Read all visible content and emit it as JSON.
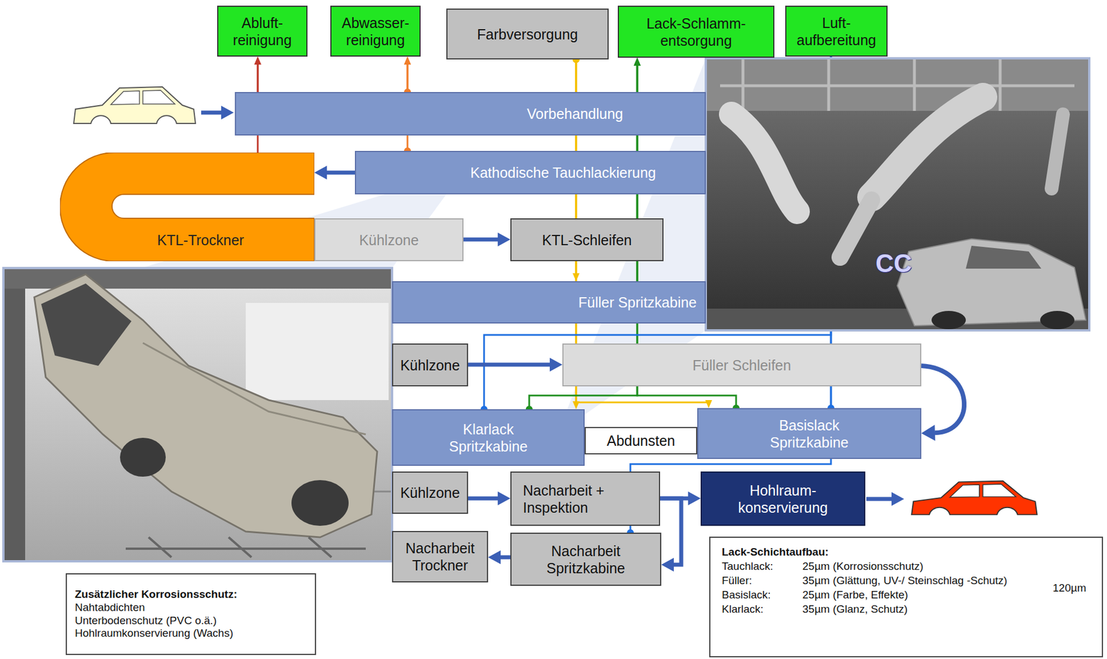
{
  "diagram": {
    "nodes": [
      {
        "text": [
          "Abluft- reinigung"
        ]
      },
      {
        "text": [
          "Abwasser- reinigung"
        ]
      },
      {
        "text": [
          "Farbversorgung"
        ]
      },
      {
        "text": [
          "Lack-Schlamm- entsorgung"
        ]
      },
      {
        "text": [
          "Luft- aufbereitung"
        ]
      },
      {
        "text": [
          "Vorbehandlung"
        ]
      },
      {
        "text": [
          "Kathodische Tauchlackierung"
        ]
      },
      {
        "text": [
          "KTL-Trockner"
        ]
      },
      {
        "text": [
          "Kühlzone"
        ]
      },
      {
        "text": [
          "KTL-Schleifen"
        ]
      },
      {
        "text": [
          "Füller Spritzkabine"
        ]
      },
      {
        "text": [
          "Kühlzone"
        ]
      },
      {
        "text": [
          "Füller Schleifen"
        ]
      },
      {
        "text": [
          "Klarlack Spritzkabine"
        ]
      },
      {
        "text": [
          "Abdunsten"
        ]
      },
      {
        "text": [
          "Basislack Spritzkabine"
        ]
      },
      {
        "text": [
          "Kühlzone"
        ]
      },
      {
        "text": [
          "Nacharbeit + Inspektion"
        ]
      },
      {
        "text": [
          "Hohlraum- konservierung"
        ]
      },
      {
        "text": [
          "Nacharbeit Trockner"
        ]
      },
      {
        "text": [
          "Nacharbeit Spritzkabine"
        ]
      },
      {
        "text": [
          "Zusätzlicher Korrosionsschutz:",
          "Nahtabdichten",
          "Unterbodenschutz (PVC o.ä.)",
          "Hohlraumkonservierung (Wachs)"
        ]
      },
      {
        "text": [
          "Lack-Schichtaufbau:",
          "Tauchlack:",
          "25µm (Korrosionsschutz)",
          "Füller:",
          "35µm (Glättung, UV-/ Steinschlag -Schutz)",
          "Basislack:",
          "25µm (Farbe, Effekte)",
          "Klarlack:",
          "35µm (Glanz, Schutz)",
          "120µm"
        ]
      }
    ],
    "edges": [
      {
        "from": 5,
        "to": 0,
        "arrow": "to"
      },
      {
        "from": 7,
        "to": 0,
        "arrow": "to"
      },
      {
        "from": 5,
        "to": 1,
        "arrow": "to"
      },
      {
        "from": 6,
        "to": 1,
        "arrow": "to"
      },
      {
        "from": 2,
        "to": 10,
        "arrow": "to"
      },
      {
        "from": 2,
        "to": 13,
        "arrow": "to"
      },
      {
        "from": 2,
        "to": 15,
        "arrow": "to"
      },
      {
        "from": 10,
        "to": 3,
        "arrow": "to"
      },
      {
        "from": 13,
        "to": 3,
        "arrow": "to"
      },
      {
        "from": 15,
        "to": 3,
        "arrow": "to"
      },
      {
        "from": 4,
        "to": 13,
        "arrow": "none"
      },
      {
        "from": 4,
        "to": 15,
        "arrow": "none"
      },
      {
        "from": 4,
        "to": 20,
        "arrow": "none"
      },
      {
        "from": 6,
        "to": 7,
        "arrow": "to"
      },
      {
        "from": 8,
        "to": 9,
        "arrow": "to"
      },
      {
        "from": 11,
        "to": 12,
        "arrow": "to"
      },
      {
        "from": 12,
        "to": 15,
        "arrow": "to"
      },
      {
        "from": 16,
        "to": 17,
        "arrow": "to"
      },
      {
        "from": 17,
        "to": 18,
        "arrow": "to"
      },
      {
        "from": 17,
        "to": 20,
        "arrow": "to"
      },
      {
        "from": 20,
        "to": 19,
        "arrow": "to"
      }
    ],
    "labels": [
      "CC"
    ]
  }
}
